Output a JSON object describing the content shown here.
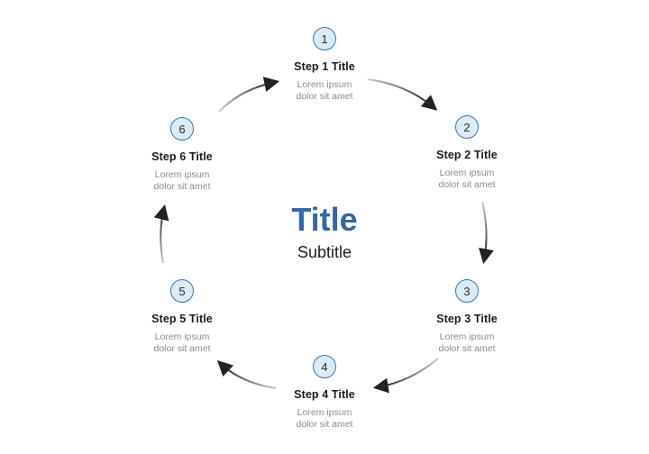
{
  "diagram": {
    "title": "Title",
    "subtitle": "Subtitle",
    "steps": [
      {
        "number": "1",
        "title": "Step 1 Title",
        "description_line1": "Lorem ipsum",
        "description_line2": "dolor sit amet"
      },
      {
        "number": "2",
        "title": "Step 2 Title",
        "description_line1": "Lorem ipsum",
        "description_line2": "dolor sit amet"
      },
      {
        "number": "3",
        "title": "Step 3 Title",
        "description_line1": "Lorem ipsum",
        "description_line2": "dolor sit amet"
      },
      {
        "number": "4",
        "title": "Step 4 Title",
        "description_line1": "Lorem ipsum",
        "description_line2": "dolor sit amet"
      },
      {
        "number": "5",
        "title": "Step 5 Title",
        "description_line1": "Lorem ipsum",
        "description_line2": "dolor sit amet"
      },
      {
        "number": "6",
        "title": "Step 6 Title",
        "description_line1": "Lorem ipsum",
        "description_line2": "dolor sit amet"
      }
    ],
    "colors": {
      "title_blue": "#35689E",
      "circle_fill": "#DCEBF8",
      "circle_border": "#4075AD",
      "step_title_color": "#1C1C1C",
      "description_gray": "#8B8B8B",
      "arrow_dark": "#222222",
      "arrow_tail_fade": "#C9C9C9"
    }
  }
}
